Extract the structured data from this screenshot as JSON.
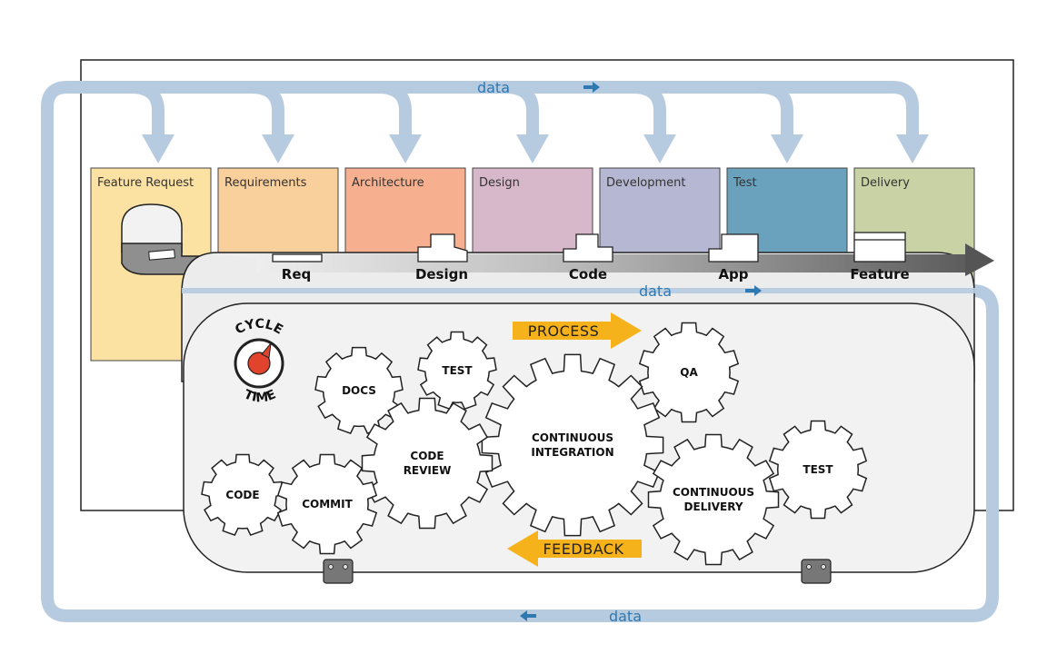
{
  "stages": [
    {
      "label": "Feature Request",
      "color": "#fbe1a2"
    },
    {
      "label": "Requirements",
      "color": "#f9cf9c"
    },
    {
      "label": "Architecture",
      "color": "#f6b08f"
    },
    {
      "label": "Design",
      "color": "#d7b8cb"
    },
    {
      "label": "Development",
      "color": "#b6b7d2"
    },
    {
      "label": "Test",
      "color": "#6aa2bd"
    },
    {
      "label": "Delivery",
      "color": "#c9d2a4"
    }
  ],
  "conveyor_items": [
    "Req",
    "Design",
    "Code",
    "App",
    "Feature"
  ],
  "data_flows": {
    "top": "data",
    "middle": "data",
    "bottom": "data"
  },
  "process_arrow": "PROCESS",
  "feedback_arrow": "FEEDBACK",
  "cycle_time": {
    "top": "CYCLE",
    "bottom": "TIME"
  },
  "gears": [
    {
      "id": "docs",
      "lines": [
        "DOCS"
      ]
    },
    {
      "id": "test-1",
      "lines": [
        "TEST"
      ]
    },
    {
      "id": "qa",
      "lines": [
        "QA"
      ]
    },
    {
      "id": "continuous-integration",
      "lines": [
        "CONTINUOUS",
        "INTEGRATION"
      ]
    },
    {
      "id": "code-review",
      "lines": [
        "CODE",
        "REVIEW"
      ]
    },
    {
      "id": "code",
      "lines": [
        "CODE"
      ]
    },
    {
      "id": "commit",
      "lines": [
        "COMMIT"
      ]
    },
    {
      "id": "continuous-delivery",
      "lines": [
        "CONTINUOUS",
        "DELIVERY"
      ]
    },
    {
      "id": "test-2",
      "lines": [
        "TEST"
      ]
    }
  ],
  "colors": {
    "pipe": "#b7cbe0",
    "flow_text": "#2f78b0",
    "arrow_accent": "#f6b21b",
    "cycle_dial": "#e2432c"
  }
}
